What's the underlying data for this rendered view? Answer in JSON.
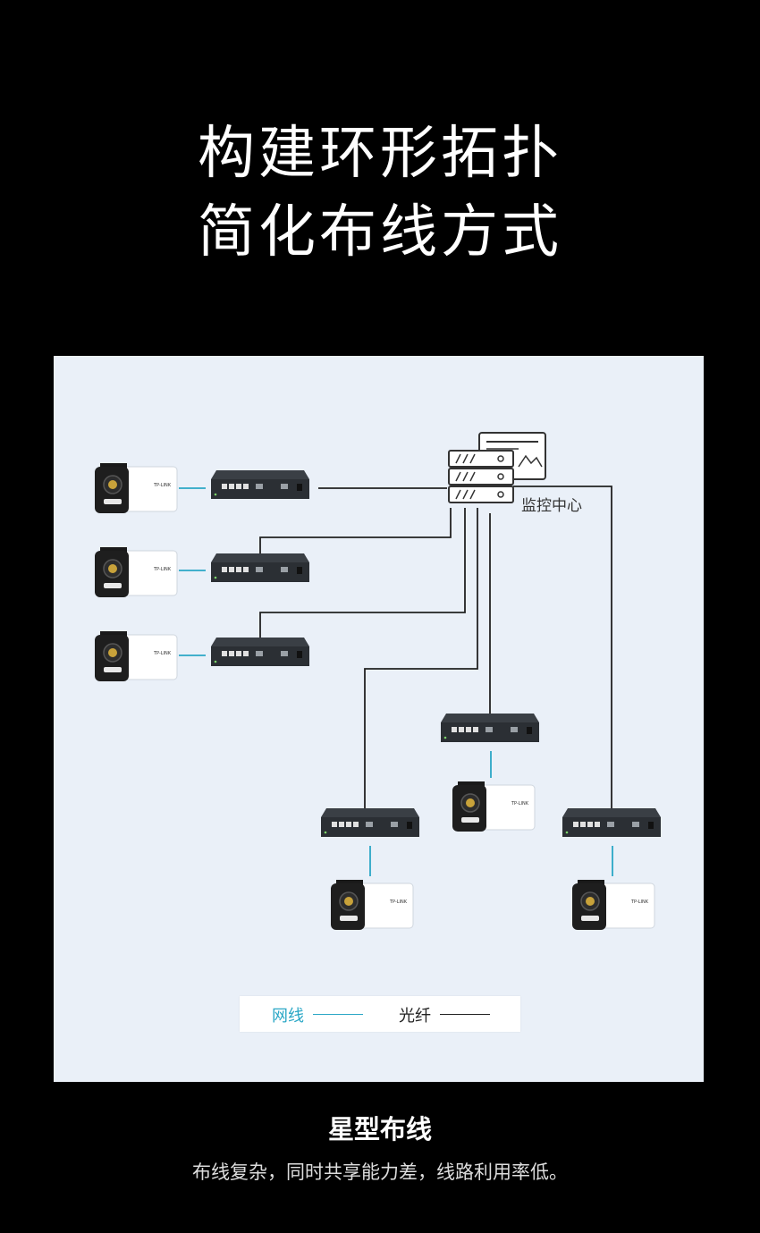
{
  "header": {
    "title_line1": "构建环形拓扑",
    "title_line2": "简化布线方式"
  },
  "diagram": {
    "center_label": "监控中心",
    "legend": {
      "ethernet_label": "网线",
      "fiber_label": "光纤"
    },
    "colors": {
      "ethernet": "#2aa7c6",
      "fiber": "#222222",
      "panel_bg": "#eaf0f8"
    },
    "device_icons": [
      "camera-icon",
      "poe-switch-icon",
      "server-rack-icon",
      "monitor-icon"
    ]
  },
  "caption": {
    "title": "星型布线",
    "body": "布线复杂，同时共享能力差，线路利用率低。"
  }
}
